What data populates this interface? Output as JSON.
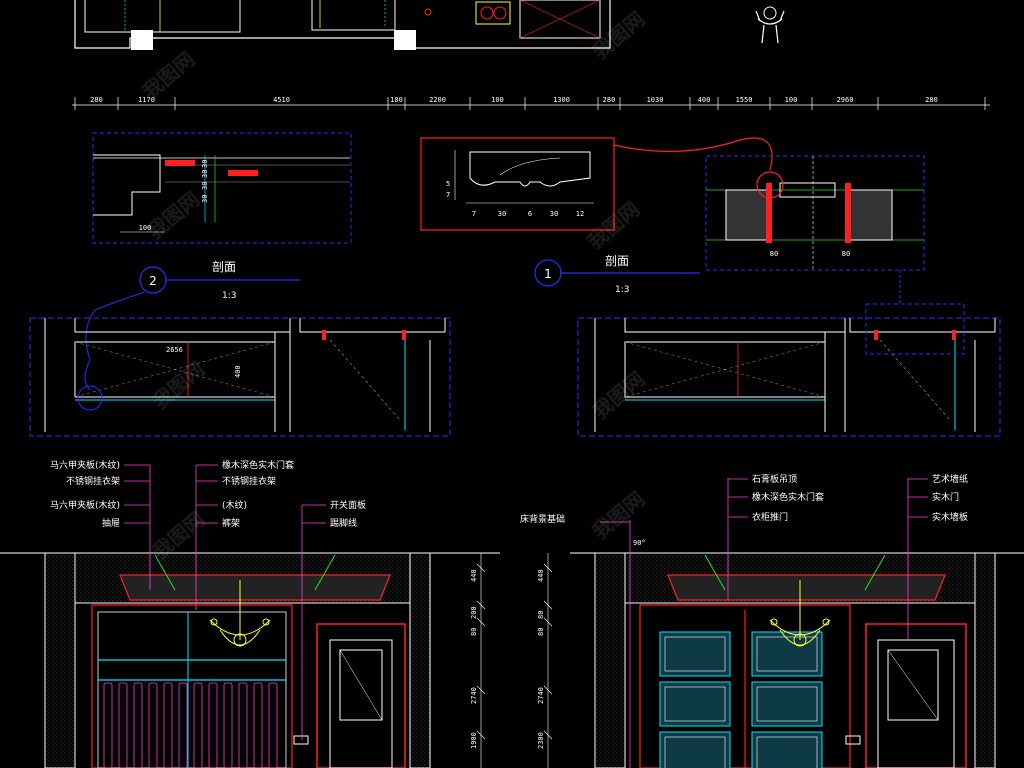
{
  "colors": {
    "background": "#000000",
    "white": "#ffffff",
    "red": "#ff2020",
    "cyan": "#00e5ff",
    "magenta": "#ff3bd4",
    "yellow": "#ffff33",
    "green": "#27e027",
    "blue": "#2b2bff",
    "grey": "#9a9a9a"
  },
  "dimension_strip": [
    {
      "value": "280"
    },
    {
      "value": "1170"
    },
    {
      "value": "4510"
    },
    {
      "value": "100"
    },
    {
      "value": "2200"
    },
    {
      "value": "100"
    },
    {
      "value": "1300"
    },
    {
      "value": "280"
    },
    {
      "value": "1030"
    },
    {
      "value": "400"
    },
    {
      "value": "1550"
    },
    {
      "value": "100"
    },
    {
      "value": "2960"
    },
    {
      "value": "280"
    }
  ],
  "section_markers": [
    {
      "number": "2",
      "title": "剖面",
      "scale": "1:3"
    },
    {
      "number": "1",
      "title": "剖面",
      "scale": "1:3"
    }
  ],
  "profile_detail": {
    "dims_bottom": [
      "7",
      "30",
      "6",
      "30",
      "12"
    ],
    "dims_side": [
      "5",
      "7"
    ]
  },
  "door_detail": {
    "dims": [
      "80",
      "80"
    ]
  },
  "section2_detail": {
    "dims": [
      "30",
      "30",
      "30",
      "30",
      "100"
    ]
  },
  "plan_left": {
    "dims": [
      "2656",
      "400"
    ]
  },
  "left_elevation": {
    "labels_left": [
      {
        "text": "马六甲夹板(木纹)"
      },
      {
        "text": "不锈钢挂衣架"
      },
      {
        "text": "马六甲夹板(木纹)"
      },
      {
        "text": "抽屉"
      }
    ],
    "labels_mid": [
      {
        "text": "橡木深色实木门套"
      },
      {
        "text": "不锈钢挂衣架"
      },
      {
        "text": "(木纹)"
      },
      {
        "text": "裤架"
      }
    ],
    "labels_right": [
      {
        "text": "开关面板"
      },
      {
        "text": "踢脚线"
      }
    ],
    "dims": [
      "440",
      "200",
      "80",
      "2740",
      "1900"
    ]
  },
  "right_elevation": {
    "label_left": {
      "text": "床背景基础"
    },
    "angle": "90°",
    "labels_mid": [
      {
        "text": "石膏板吊顶"
      },
      {
        "text": "橡木深色实木门套"
      },
      {
        "text": "衣柜推门"
      }
    ],
    "labels_right": [
      {
        "text": "艺术墙纸"
      },
      {
        "text": "实木门"
      },
      {
        "text": "实木墙板"
      }
    ],
    "dims": [
      "440",
      "80",
      "80",
      "2740",
      "2300"
    ]
  },
  "watermarks": [
    {
      "text": "我图网"
    },
    {
      "text": "我图网"
    },
    {
      "text": "我图网"
    },
    {
      "text": "我图网"
    },
    {
      "text": "我图网"
    },
    {
      "text": "我图网"
    },
    {
      "text": "我图网"
    },
    {
      "text": "我图网"
    }
  ]
}
